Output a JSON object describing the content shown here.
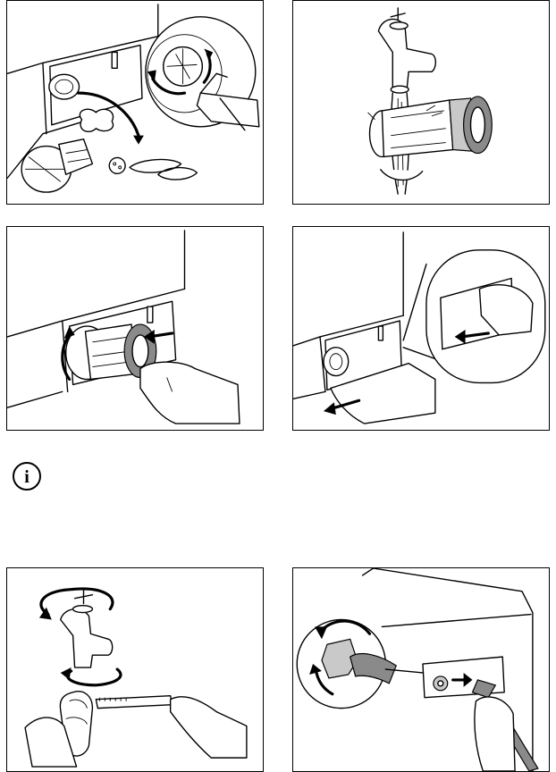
{
  "figure_labels": {
    "p1": "clean-filter-housing-illustration",
    "p2": "rinse-filter-under-tap-illustration",
    "p3": "reinsert-filter-illustration",
    "p4": "close-filter-flap-illustration",
    "p5": "clean-tap-thread-illustration",
    "p6": "clean-inlet-hose-filter-illustration"
  },
  "info_icon": {
    "name": "info-icon",
    "glyph": "i"
  }
}
